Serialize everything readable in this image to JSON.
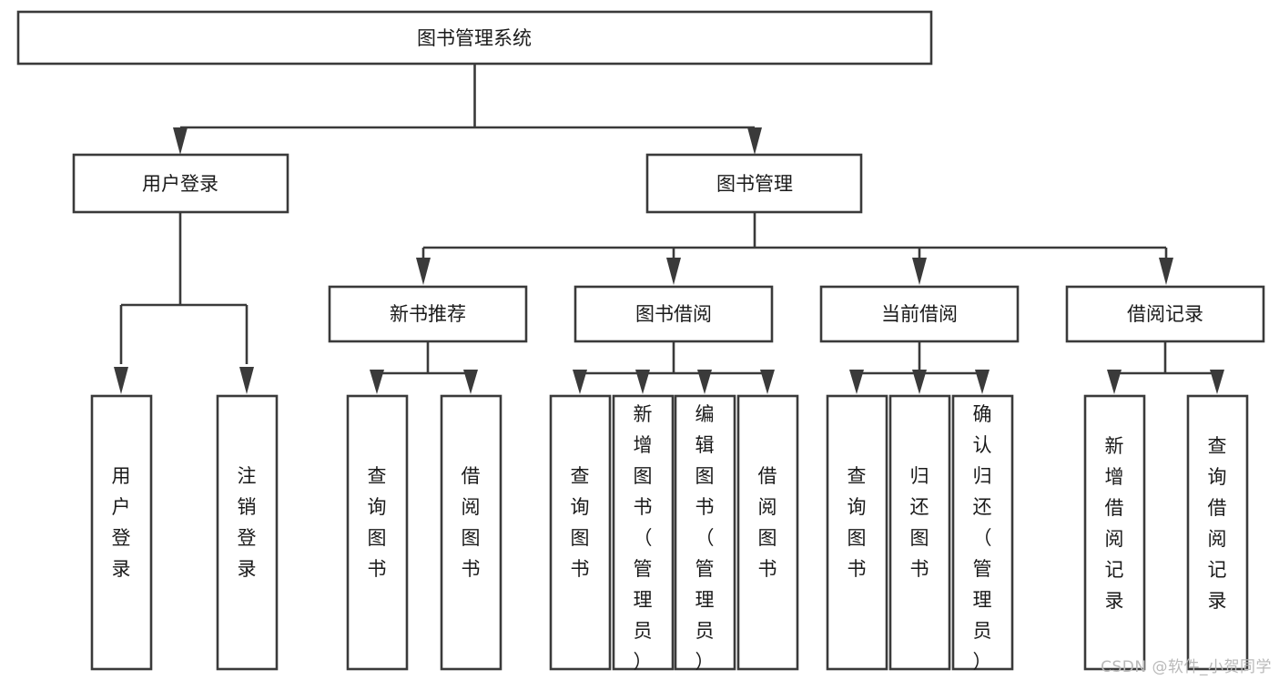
{
  "diagram": {
    "type": "tree-hierarchy-chart",
    "title": "图书管理系统",
    "watermark": "CSDN @软件_小贺同学",
    "colors": {
      "box_stroke": "#3a3a3a",
      "box_fill": "#ffffff",
      "text": "#1a1a1a",
      "background": "#ffffff",
      "watermark": "#b9b9b9"
    },
    "levels": {
      "root": {
        "label": "图书管理系统"
      },
      "level1": [
        {
          "id": "user-login",
          "label": "用户登录"
        },
        {
          "id": "book-management",
          "label": "图书管理"
        }
      ],
      "level2": [
        {
          "id": "new-book-recommend",
          "label": "新书推荐",
          "parent": "book-management"
        },
        {
          "id": "book-borrow",
          "label": "图书借阅",
          "parent": "book-management"
        },
        {
          "id": "current-borrow",
          "label": "当前借阅",
          "parent": "book-management"
        },
        {
          "id": "borrow-record",
          "label": "借阅记录",
          "parent": "book-management"
        }
      ],
      "leaves": {
        "user-login": [
          {
            "id": "leaf-user-login",
            "label": "用户登录"
          },
          {
            "id": "leaf-logout",
            "label": "注销登录"
          }
        ],
        "new-book-recommend": [
          {
            "id": "leaf-query-book-1",
            "label": "查询图书"
          },
          {
            "id": "leaf-borrow-book-1",
            "label": "借阅图书"
          }
        ],
        "book-borrow": [
          {
            "id": "leaf-query-book-2",
            "label": "查询图书"
          },
          {
            "id": "leaf-add-book",
            "label": "新增图书（管理员）"
          },
          {
            "id": "leaf-edit-book",
            "label": "编辑图书（管理员）"
          },
          {
            "id": "leaf-borrow-book-2",
            "label": "借阅图书"
          }
        ],
        "current-borrow": [
          {
            "id": "leaf-query-book-3",
            "label": "查询图书"
          },
          {
            "id": "leaf-return-book",
            "label": "归还图书"
          },
          {
            "id": "leaf-confirm-return",
            "label": "确认归还（管理员）"
          }
        ],
        "borrow-record": [
          {
            "id": "leaf-add-record",
            "label": "新增借阅记录"
          },
          {
            "id": "leaf-query-record",
            "label": "查询借阅记录"
          }
        ]
      }
    }
  }
}
